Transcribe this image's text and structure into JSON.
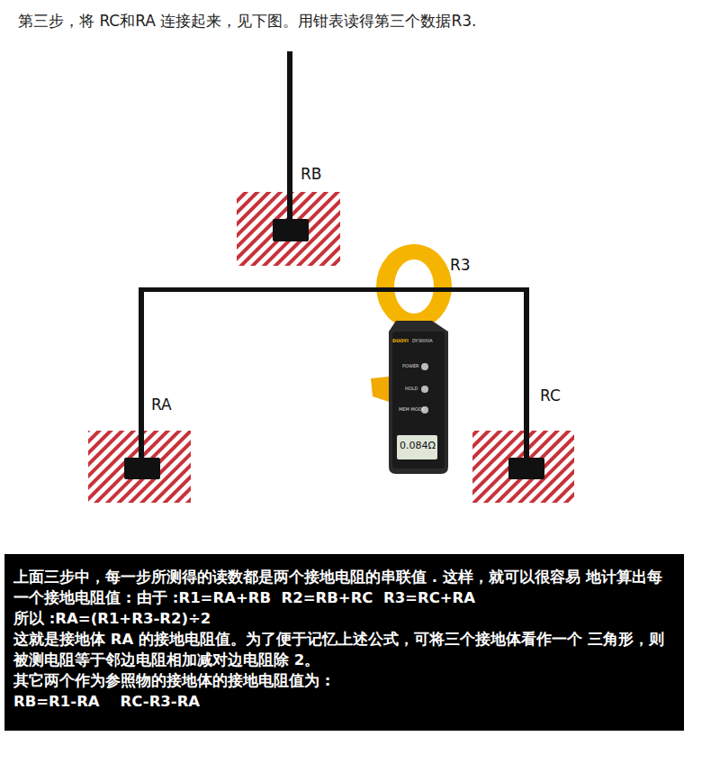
{
  "diagram": {
    "title": "第三步，将 RC和RA 连接起来，见下图。用钳表读得第三个数据R3.",
    "nodes": [
      {
        "text": [
          "上面三步中，每一步所测得的读数都是两个接地电阻的串联值 . 这样，就可以很容易 地计算出每一个接地电阻值 : 由于 :R1=RA+RB  R2=RB+RC  R3=RC+RA",
          "所以 :RA=(R1+R3-R2)÷2",
          "这就是接地体 RA 的接地电阻值。为了便于记忆上述公式，可将三个接地体看作一个 三角形，则被测电阻等于邻边电阻相加减对边电阻除 2。",
          "其它两个作为参照物的接地体的接地电阻值为 :",
          "RB=R1-RA    RC-R3-RA"
        ]
      }
    ],
    "labels": [
      "RB",
      "R3",
      "RA",
      "RC",
      "DUOYI",
      "DY3000A",
      "POWER",
      "HOLD",
      "MEM MODE",
      "0.084Ω"
    ]
  }
}
